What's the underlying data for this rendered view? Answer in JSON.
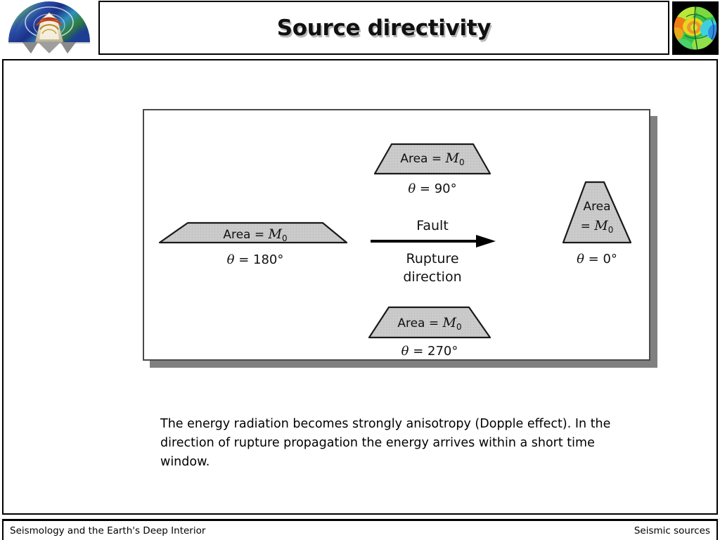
{
  "slide": {
    "title": "Source directivity",
    "logo_left": "earth-fan-logo",
    "logo_right": "seismic-tomography-globe-icon"
  },
  "figure": {
    "name": "source-directivity-diagram",
    "fault_label": "Fault",
    "rupture_label_line1": "Rupture",
    "rupture_label_line2": "direction",
    "arrow": "rightward-arrow-icon",
    "shape_fill": "#c9c9c9",
    "shape_stroke": "#1a1a1a",
    "pulses": [
      {
        "id": "theta-90",
        "area_label": "Area = M",
        "area_sub": "0",
        "theta_label": "θ = 90°",
        "position": "top"
      },
      {
        "id": "theta-180",
        "area_label": "Area = M",
        "area_sub": "0",
        "theta_label": "θ = 180°",
        "position": "left"
      },
      {
        "id": "theta-0",
        "area_label_line1": "Area",
        "area_label_line2": "= M",
        "area_sub": "0",
        "theta_label": "θ = 0°",
        "position": "right"
      },
      {
        "id": "theta-270",
        "area_label": "Area = M",
        "area_sub": "0",
        "theta_label": "θ = 270°",
        "position": "bottom"
      }
    ]
  },
  "body": {
    "paragraph": "The energy radiation becomes strongly anisotropy (Dopple effect). In the direction of rupture propagation the energy arrives within a short time window."
  },
  "footer": {
    "left": "Seismology and the Earth's Deep Interior",
    "right": "Seismic sources"
  }
}
